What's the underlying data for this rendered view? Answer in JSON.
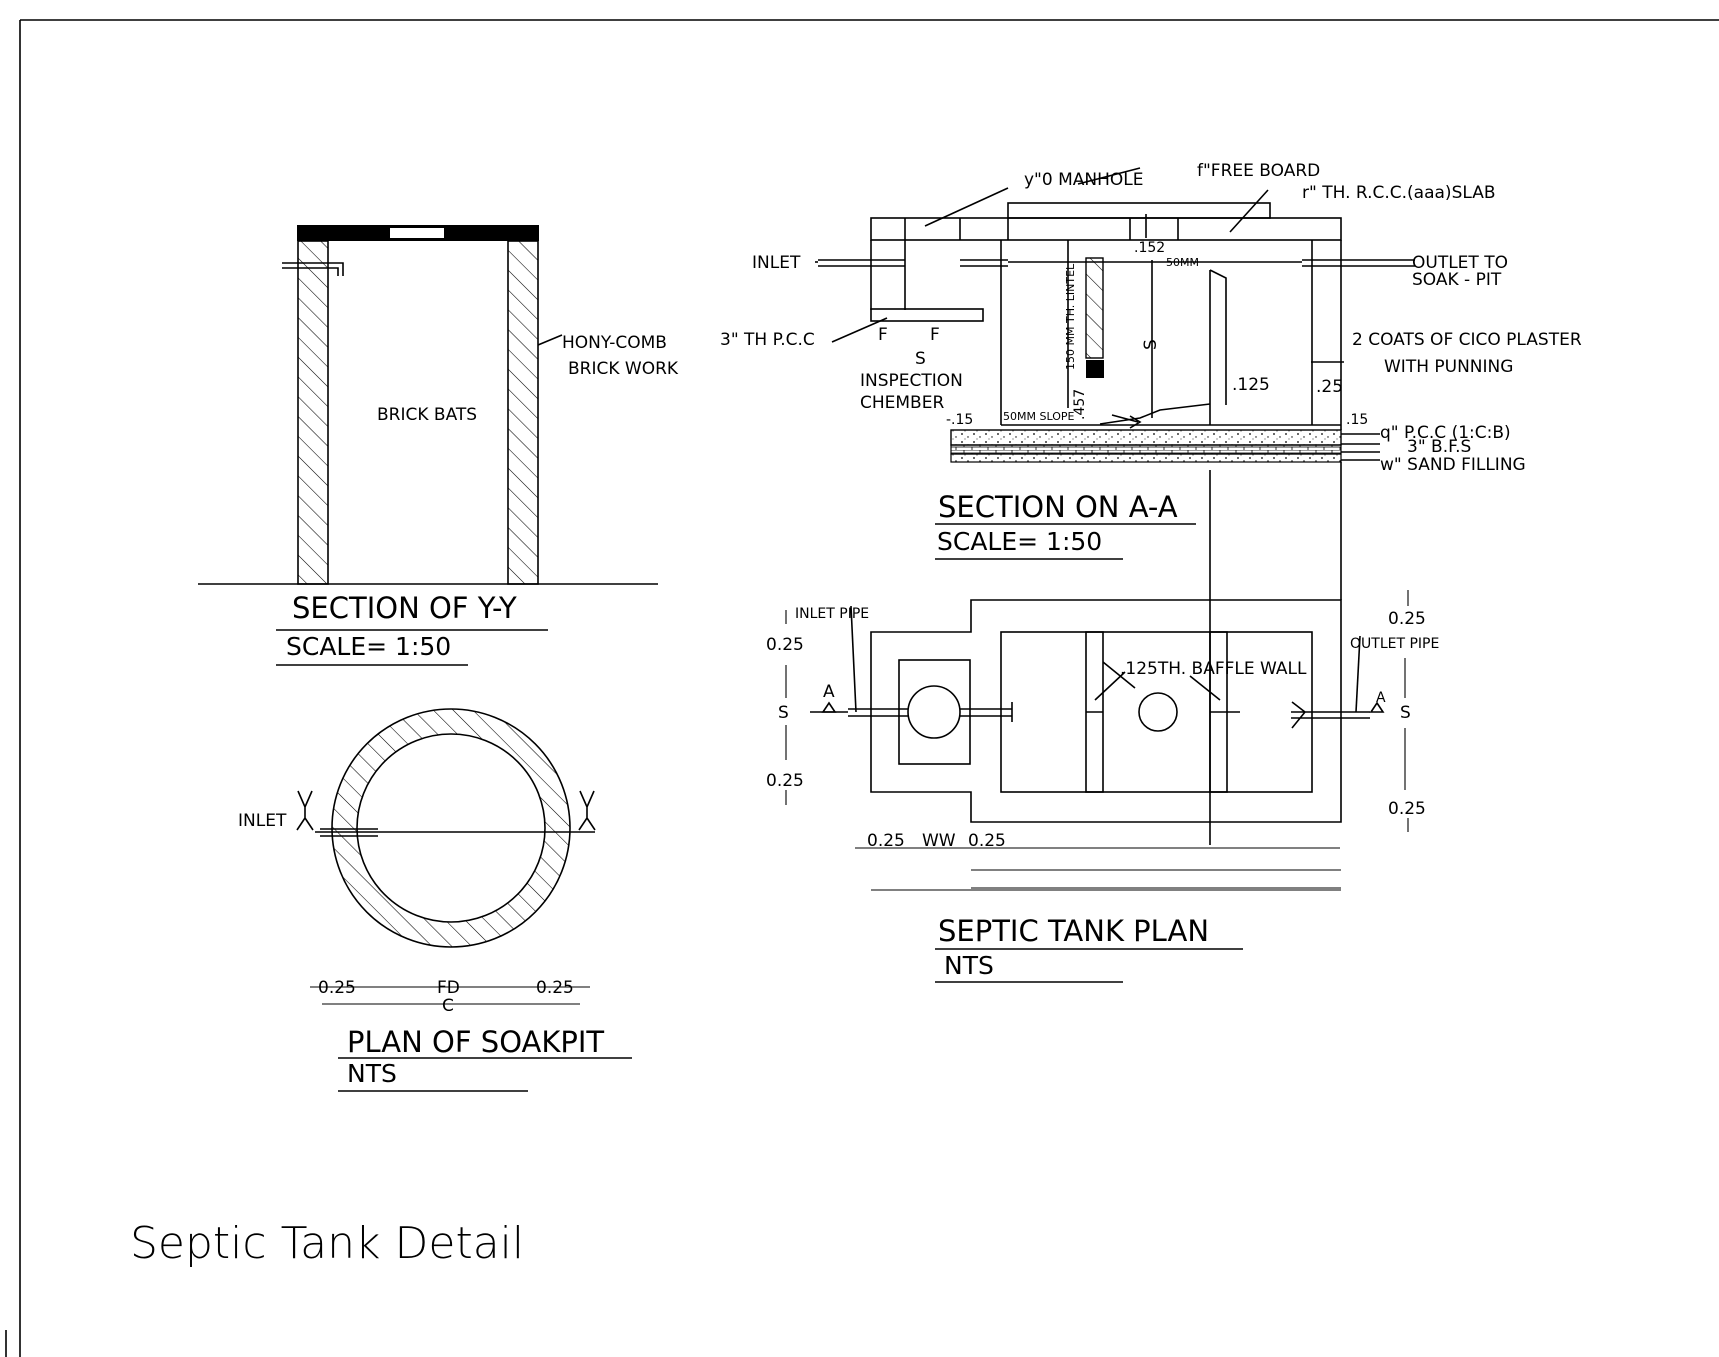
{
  "drawing_title": "Septic Tank Detail",
  "section_yy": {
    "title": "SECTION OF Y-Y",
    "scale": "SCALE= 1:50",
    "fill_label": "BRICK BATS",
    "wall_label_1": "HONY-COMB",
    "wall_label_2": "BRICK WORK"
  },
  "soakpit_plan": {
    "title": "PLAN OF SOAKPIT",
    "scale": "NTS",
    "inlet_label": "INLET",
    "dim_left": "0.25",
    "dim_mid": "FD",
    "dim_right": "0.25",
    "dim_total": "C"
  },
  "section_aa": {
    "title": "SECTION ON A-A",
    "scale": "SCALE= 1:50",
    "manhole": "y\"0 MANHOLE",
    "free_board": "f\"FREE BOARD",
    "slab": "r\" TH. R.C.C.(aaa)SLAB",
    "inlet": "INLET",
    "outlet_1": "OUTLET TO",
    "outlet_2": "SOAK - PIT",
    "pcc_3": "3\" TH P.C.C",
    "plaster_1": "2 COATS OF CICO PLASTER",
    "plaster_2": "WITH PUNNING",
    "inspection_1": "INSPECTION",
    "inspection_2": "CHEMBER",
    "dim_152": ".152",
    "dim_50mm": "50MM",
    "lintel": "150 MM TH. LINTEL",
    "dim_457": ".457",
    "slope": "50MM SLOPE",
    "dim_125": ".125",
    "dim_25": ".25",
    "dim_15_left": "-.15",
    "dim_15_right": ".15",
    "dim_f": "F",
    "dim_s": "S",
    "pcc_layer": "q\" P.C.C (1:C:B)",
    "bfs_layer": "3\" B.F.S",
    "sand_layer": "w\" SAND FILLING"
  },
  "tank_plan": {
    "title": "SEPTIC TANK PLAN",
    "scale": "NTS",
    "inlet_pipe": "INLET PIPE",
    "outlet_pipe": "OUTLET PIPE",
    "baffle": ".125TH. BAFFLE WALL",
    "marker_a": "A",
    "dim_025": "0.25",
    "dim_s": "S",
    "dim_ww": "WW"
  }
}
